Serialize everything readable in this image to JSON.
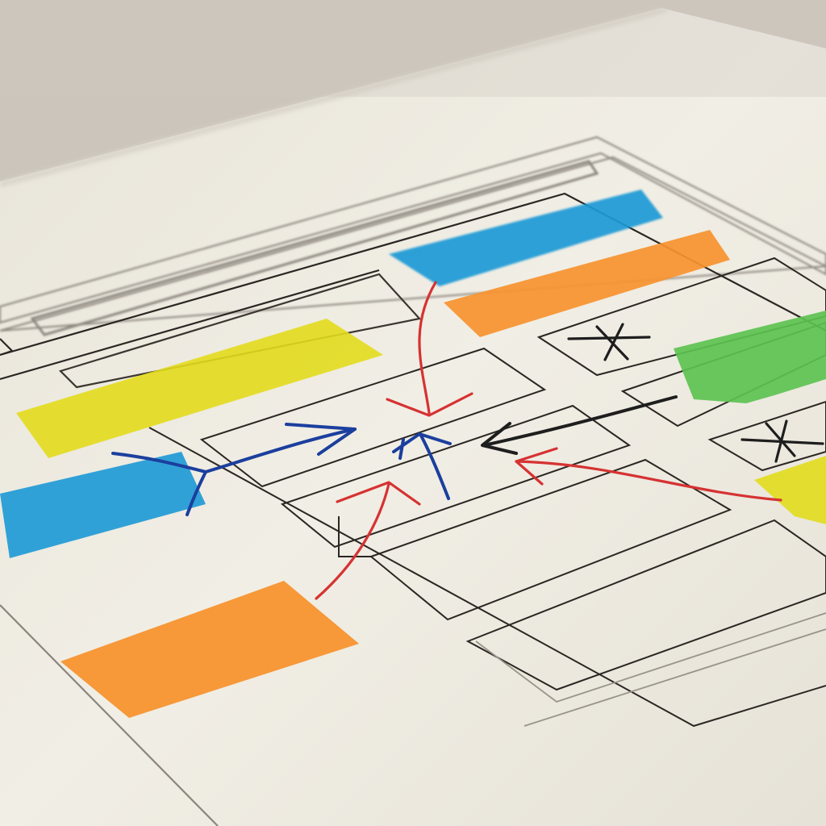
{
  "palette": {
    "paper": "#efece2",
    "table": "#cbc5bc",
    "ink": "#2b2622",
    "blue": "#1f9ad6",
    "orange": "#f7932f",
    "yellow": "#e2dc1d",
    "green": "#5cc250",
    "red_marker": "#d63232",
    "blue_marker": "#1b3f9e",
    "black_marker": "#1e1e1e"
  },
  "diagram": {
    "description_items": [
      {
        "id": "blue-bar-top",
        "kind": "sticky-tab",
        "color": "blue"
      },
      {
        "id": "orange-bar-top",
        "kind": "sticky-tab",
        "color": "orange"
      },
      {
        "id": "yellow-bar-left",
        "kind": "sticky-tab",
        "color": "yellow"
      },
      {
        "id": "blue-bar-left",
        "kind": "sticky-tab",
        "color": "blue"
      },
      {
        "id": "orange-bar-bottom",
        "kind": "sticky-tab",
        "color": "orange"
      },
      {
        "id": "green-arrow-right",
        "kind": "sticky-arrow",
        "color": "green"
      },
      {
        "id": "yellow-bar-right",
        "kind": "sticky-tab",
        "color": "yellow"
      }
    ],
    "marks": [
      {
        "id": "x-mark-top-right",
        "kind": "cross"
      },
      {
        "id": "x-mark-mid-right",
        "kind": "cross"
      }
    ]
  }
}
